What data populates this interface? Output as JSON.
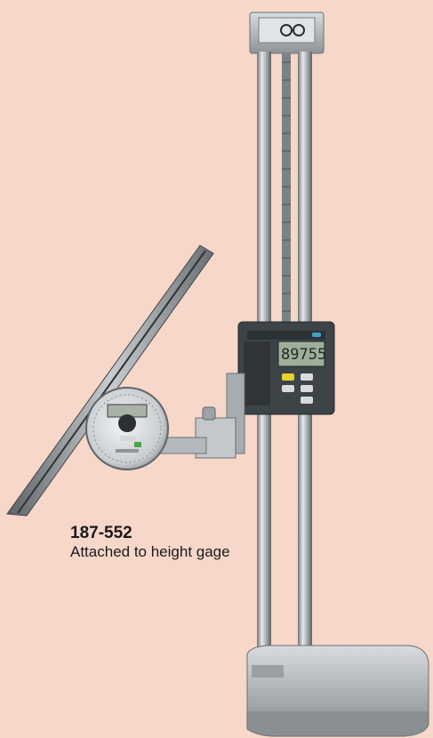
{
  "caption": {
    "model": "187-552",
    "description": "Attached to height gage"
  },
  "display": {
    "reading": "89755"
  },
  "colors": {
    "background": "#f6d7c9",
    "steel": "#b8bcc0",
    "display_body": "#3d4448",
    "lcd": "#9fae9a",
    "key_yellow": "#e6d22a"
  },
  "icons": [
    "digital-height-gage",
    "universal-protractor",
    "dial-indicator"
  ]
}
